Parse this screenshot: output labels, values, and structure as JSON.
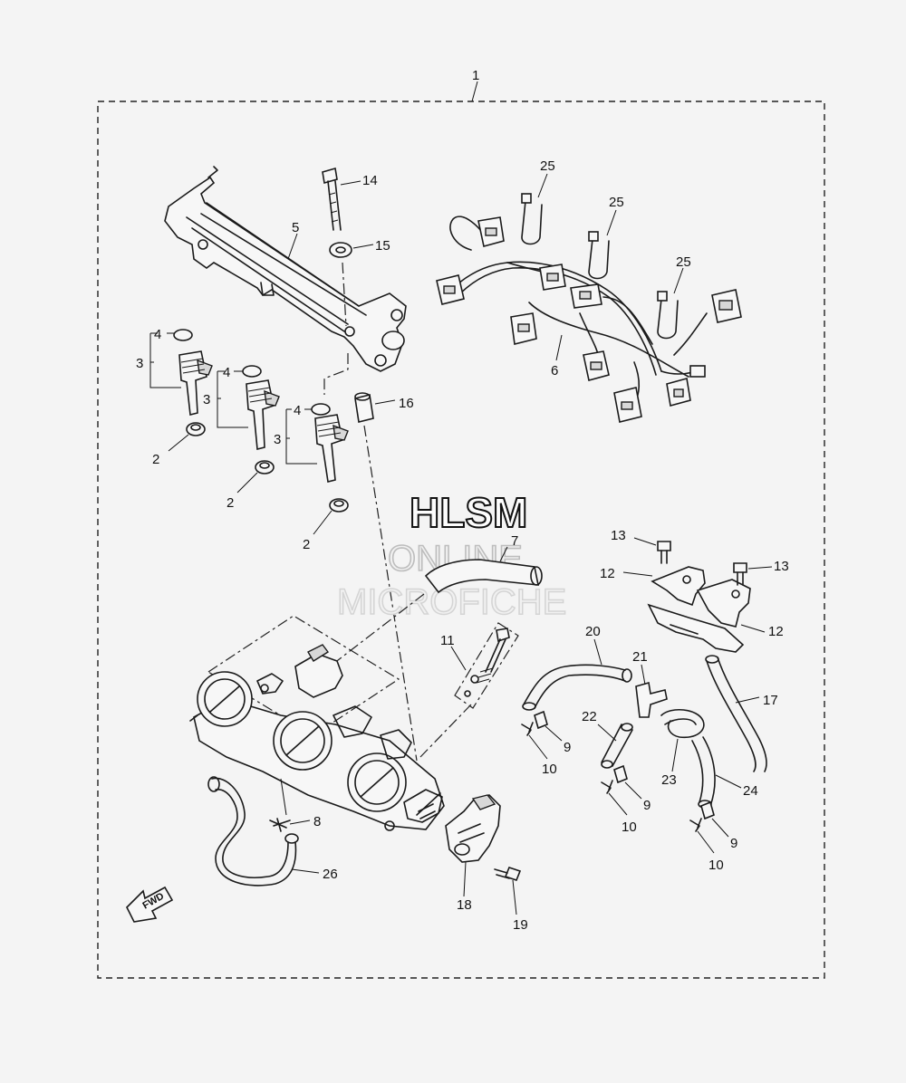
{
  "watermark": {
    "line1": "HLSM",
    "line2": "ONLINE",
    "line3": "MICROFICHE",
    "logo_note": "watermark lettering"
  },
  "fwd_badge": "FWD",
  "callouts": {
    "c1": "1",
    "c2a": "2",
    "c2b": "2",
    "c2c": "2",
    "c3a": "3",
    "c3b": "3",
    "c3c": "3",
    "c4a": "4",
    "c4b": "4",
    "c4c": "4",
    "c5": "5",
    "c6": "6",
    "c7": "7",
    "c8": "8",
    "c9a": "9",
    "c9b": "9",
    "c9c": "9",
    "c10a": "10",
    "c10b": "10",
    "c10c": "10",
    "c11": "11",
    "c12a": "12",
    "c12b": "12",
    "c13a": "13",
    "c13b": "13",
    "c14": "14",
    "c15": "15",
    "c16": "16",
    "c17": "17",
    "c18": "18",
    "c19": "19",
    "c20": "20",
    "c21": "21",
    "c22": "22",
    "c23": "23",
    "c24": "24",
    "c25a": "25",
    "c25b": "25",
    "c25c": "25",
    "c26": "26"
  }
}
